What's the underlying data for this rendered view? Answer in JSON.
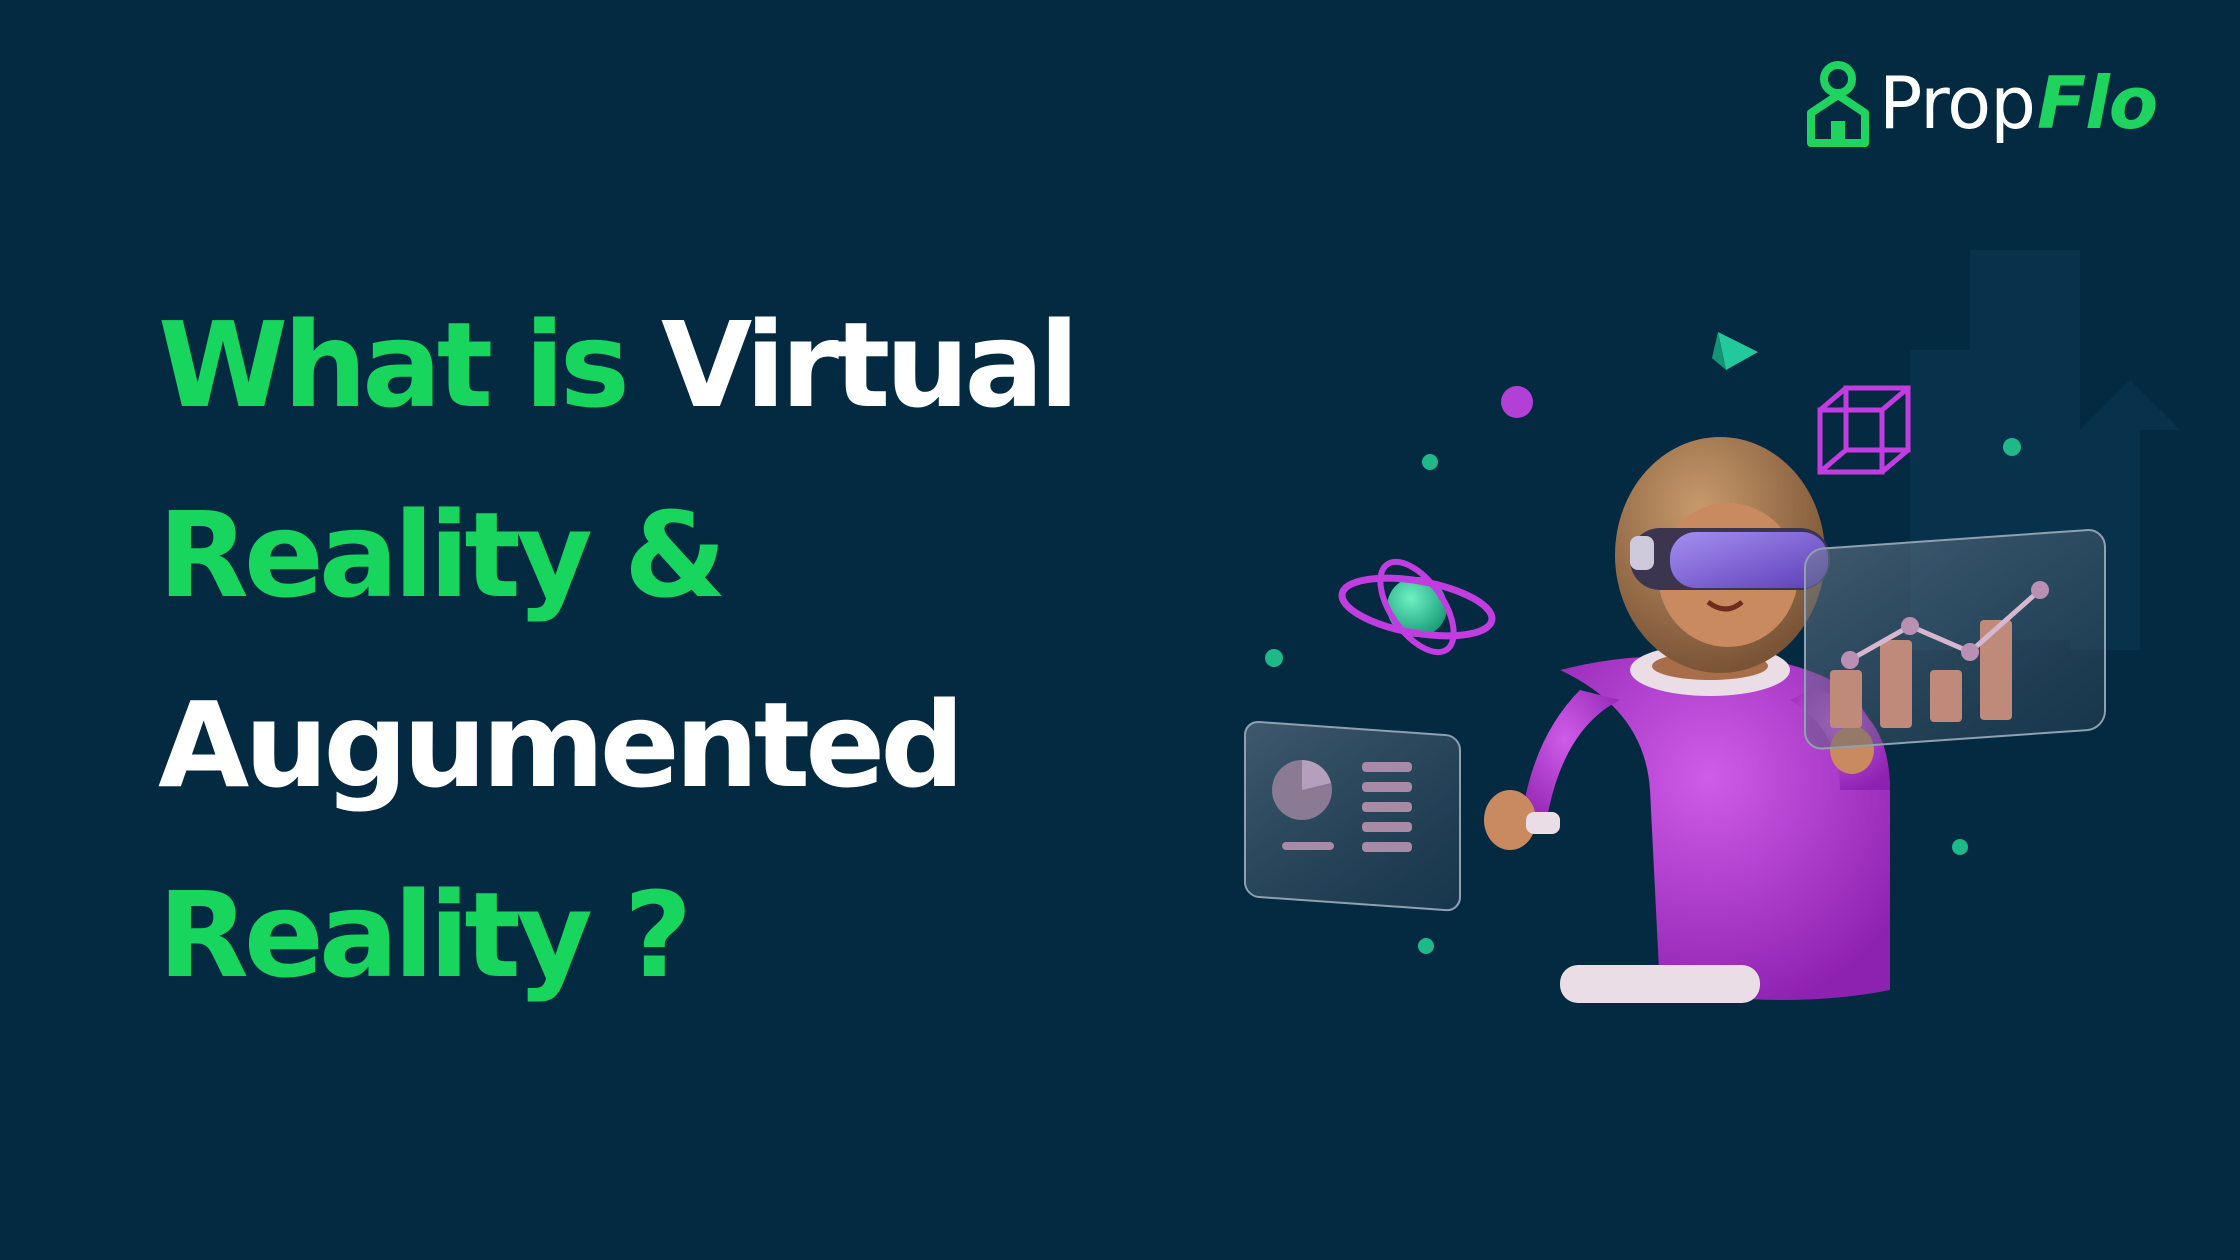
{
  "brand": {
    "name_part1": "Prop",
    "name_part2": "Flo",
    "logo_icon": "house-person-icon",
    "primary_color": "#1fd35f",
    "text_color": "#ffffff"
  },
  "headline": {
    "line1_a": "What is ",
    "line1_b": "Virtual",
    "line2": "Reality &",
    "line3": "Augumented",
    "line4": "Reality ?"
  },
  "illustration": {
    "subject": "person-wearing-vr-headset",
    "icons": [
      "vr-headset-icon",
      "bar-chart-panel-icon",
      "pie-chart-panel-icon",
      "planet-ring-icon",
      "wireframe-cube-icon",
      "building-icon"
    ]
  },
  "colors": {
    "background": "#042a42",
    "accent_green": "#17d55d",
    "accent_purple": "#b53fd6"
  }
}
